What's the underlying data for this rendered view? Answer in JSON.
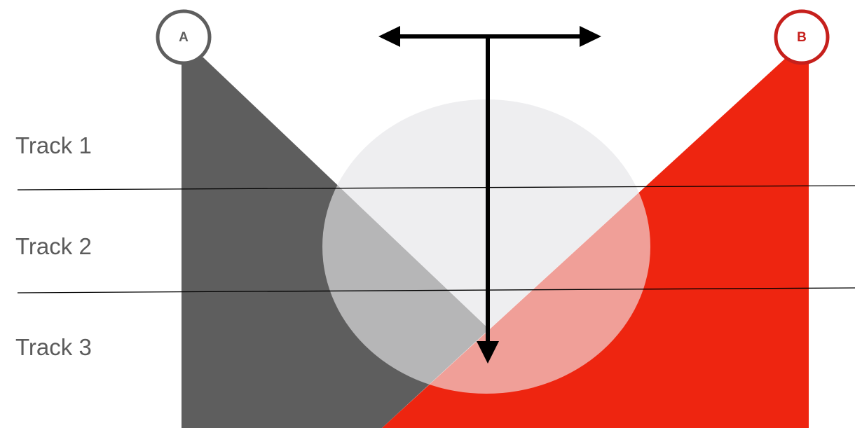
{
  "tracks": [
    {
      "label": "Track 1"
    },
    {
      "label": "Track 2"
    },
    {
      "label": "Track 3"
    }
  ],
  "markers": {
    "a": {
      "label": "A",
      "color": "#5e5e5e"
    },
    "b": {
      "label": "B",
      "color": "#c6201c"
    }
  },
  "colors": {
    "gray_region": "#5e5e5e",
    "red_region": "#ee2510",
    "overlap_circle": "#eeeef0",
    "arrow": "#000000",
    "track_line": "#000000",
    "label_text": "#5b5b5b"
  }
}
